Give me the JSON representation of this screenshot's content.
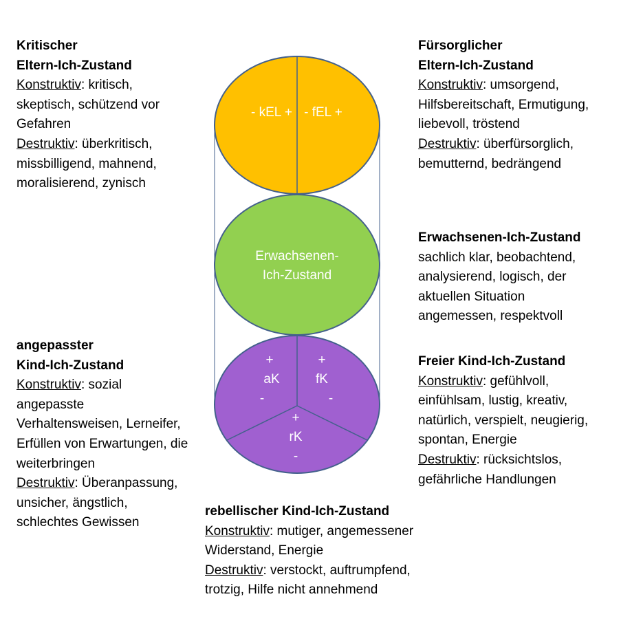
{
  "colors": {
    "parent": "#FFC000",
    "adult": "#92D050",
    "child": "#A060D0",
    "outline": "#44618C",
    "label_text": "#FFFFFF"
  },
  "diagram": {
    "parent": {
      "left_label": "- kEL +",
      "right_label": "- fEL +"
    },
    "adult": {
      "line1": "Erwachsenen-",
      "line2": "Ich-Zustand"
    },
    "child": {
      "ak": {
        "plus": "+",
        "name": "aK",
        "minus": "-"
      },
      "fk": {
        "plus": "+",
        "name": "fK",
        "minus": "-"
      },
      "rk": {
        "plus": "+",
        "name": "rK",
        "minus": "-"
      }
    }
  },
  "blocks": {
    "kel": {
      "title1": "Kritischer",
      "title2": "Eltern-Ich-Zustand",
      "konstruktiv_label": "Konstruktiv",
      "konstruktiv_l1": ": kritisch,",
      "konstruktiv_l2": "skeptisch, schützend vor",
      "konstruktiv_l3": "Gefahren",
      "destruktiv_label": "Destruktiv",
      "destruktiv_l1": ": überkritisch,",
      "destruktiv_l2": "missbilligend, mahnend,",
      "destruktiv_l3": "moralisierend, zynisch"
    },
    "fel": {
      "title1": "Fürsorglicher",
      "title2": "Eltern-Ich-Zustand",
      "konstruktiv_label": "Konstruktiv",
      "konstruktiv_l1": ": umsorgend,",
      "konstruktiv_l2": "Hilfsbereitschaft, Ermutigung,",
      "konstruktiv_l3": "liebevoll, tröstend",
      "destruktiv_label": "Destruktiv",
      "destruktiv_l1": ": überfürsorglich,",
      "destruktiv_l2": "bemutternd, bedrängend"
    },
    "er": {
      "title": "Erwachsenen-Ich-Zustand",
      "l1": "sachlich klar, beobachtend,",
      "l2": "analysierend, logisch, der",
      "l3": "aktuellen Situation",
      "l4": "angemessen, respektvoll"
    },
    "ak": {
      "title1": "angepasster",
      "title2": "Kind-Ich-Zustand",
      "konstruktiv_label": "Konstruktiv",
      "konstruktiv_l1": ": sozial",
      "konstruktiv_l2": "angepasste",
      "konstruktiv_l3": "Verhaltensweisen, Lerneifer,",
      "konstruktiv_l4": "Erfüllen von Erwartungen, die",
      "konstruktiv_l5": "weiterbringen",
      "destruktiv_label": "Destruktiv",
      "destruktiv_l1": ": Überanpassung,",
      "destruktiv_l2": "unsicher, ängstlich,",
      "destruktiv_l3": "schlechtes Gewissen"
    },
    "fk": {
      "title": "Freier Kind-Ich-Zustand",
      "konstruktiv_label": "Konstruktiv",
      "konstruktiv_l1": ": gefühlvoll,",
      "konstruktiv_l2": "einfühlsam, lustig, kreativ,",
      "konstruktiv_l3": "natürlich, verspielt, neugierig,",
      "konstruktiv_l4": "spontan, Energie",
      "destruktiv_label": "Destruktiv",
      "destruktiv_l1": ": rücksichtslos,",
      "destruktiv_l2": "gefährliche Handlungen"
    },
    "rk": {
      "title": "rebellischer Kind-Ich-Zustand",
      "konstruktiv_label": "Konstruktiv",
      "konstruktiv_l1": ": mutiger, angemessener",
      "konstruktiv_l2": "Widerstand, Energie",
      "destruktiv_label": "Destruktiv",
      "destruktiv_l1": ": verstockt, auftrumpfend,",
      "destruktiv_l2": "trotzig, Hilfe nicht annehmend"
    }
  }
}
